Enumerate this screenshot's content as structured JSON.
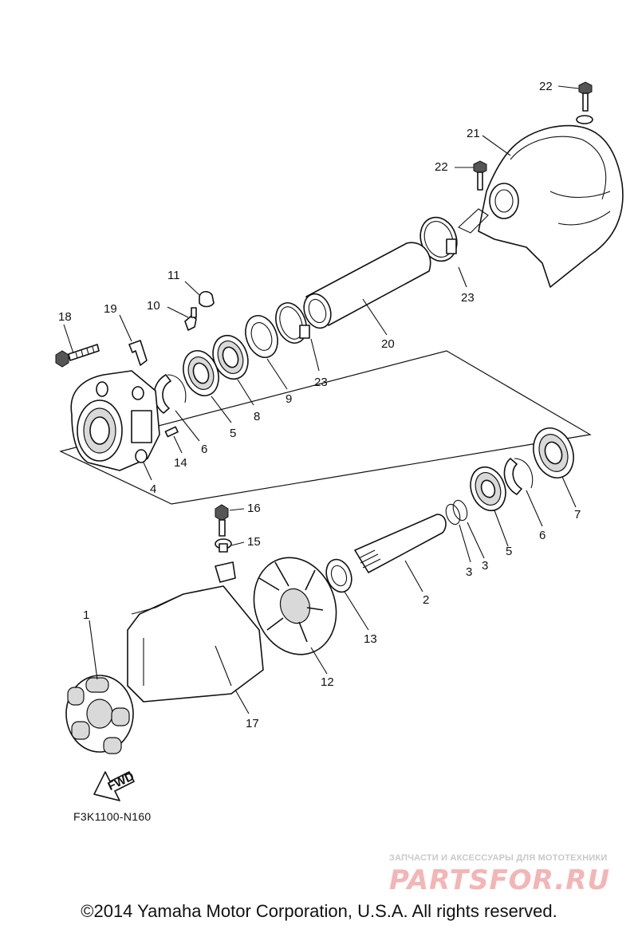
{
  "diagram": {
    "part_labels": {
      "p1": "1",
      "p2": "2",
      "p3a": "3",
      "p3b": "3",
      "p4": "4",
      "p5a": "5",
      "p5b": "5",
      "p6a": "6",
      "p6b": "6",
      "p7": "7",
      "p8": "8",
      "p9": "9",
      "p10": "10",
      "p11": "11",
      "p12": "12",
      "p13": "13",
      "p14": "14",
      "p15": "15",
      "p16": "16",
      "p17": "17",
      "p18": "18",
      "p19": "19",
      "p20": "20",
      "p21": "21",
      "p22a": "22",
      "p22b": "22",
      "p23a": "23",
      "p23b": "23"
    },
    "fwd_label": "FWD",
    "code": "F3K1100-N160"
  },
  "watermark": {
    "tagline": "ЗАПЧАСТИ И АКСЕССУАРЫ ДЛЯ МОТОТЕХНИКИ",
    "logo": "PARTSFOR.RU",
    "logo_color": "#f3b5b5"
  },
  "footer": {
    "copyright": "©2014 Yamaha Motor Corporation, U.S.A. All rights reserved."
  }
}
